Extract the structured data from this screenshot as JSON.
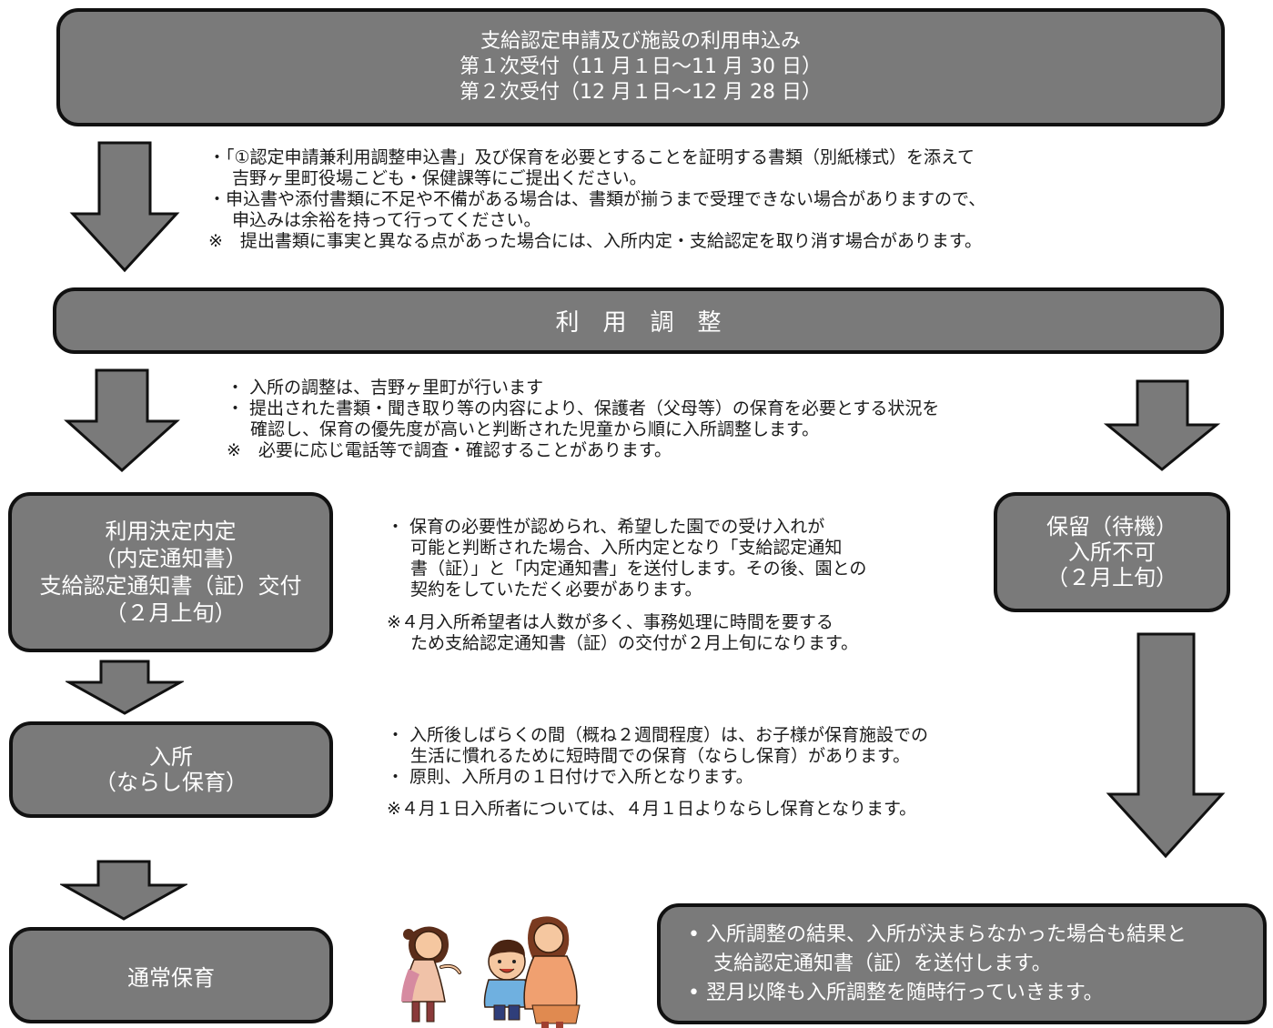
{
  "top_box": {
    "line1": "支給認定申請及び施設の利用申込み",
    "line2": "第１次受付（11 月１日～11 月 30 日）",
    "line3": "第２次受付（12 月１日～12 月 28 日）"
  },
  "note_application": {
    "line1": "・「①認定申請兼利用調整申込書」及び保育を必要とすることを証明する書類（別紙様式）を添えて",
    "line2": "吉野ヶ里町役場こども・保健課等にご提出ください。",
    "line3": "・申込書や添付書類に不足や不備がある場合は、書類が揃うまで受理できない場合がありますので、",
    "line4": "申込みは余裕を持って行ってください。",
    "line5": "※　提出書類に事実と異なる点があった場合には、入所内定・支給認定を取り消す場合があります。"
  },
  "adjust_box": {
    "label": "利　用　調　整"
  },
  "note_adjust": {
    "line1": "・ 入所の調整は、吉野ヶ里町が行います",
    "line2": "・ 提出された書類・聞き取り等の内容により、保護者（父母等）の保育を必要とする状況を",
    "line3": "確認し、保育の優先度が高いと判断された児童から順に入所調整します。",
    "line4": "※　必要に応じ電話等で調査・確認することがあります。"
  },
  "decision_box": {
    "line1": "利用決定内定",
    "line2": "（内定通知書）",
    "line3": "支給認定通知書（証）交付",
    "line4": "（２月上旬）"
  },
  "note_decision": {
    "line1": "・ 保育の必要性が認められ、希望した園での受け入れが",
    "line2": "可能と判断された場合、入所内定となり「支給認定通知",
    "line3": "書（証）」と「内定通知書」を送付します。その後、園との",
    "line4": "契約をしていただく必要があります。",
    "line5": "※４月入所希望者は人数が多く、事務処理に時間を要する",
    "line6": "ため支給認定通知書（証）の交付が２月上旬になります。"
  },
  "pending_box": {
    "line1": "保留（待機）",
    "line2": "入所不可",
    "line3": "（２月上旬）"
  },
  "admission_box": {
    "line1": "入所",
    "line2": "（ならし保育）"
  },
  "note_admission": {
    "line1": "・ 入所後しばらくの間（概ね２週間程度）は、お子様が保育施設での",
    "line2": "生活に慣れるために短時間での保育（ならし保育）があります。",
    "line3": "・ 原則、入所月の１日付けで入所となります。",
    "line4": "※４月１日入所者については、４月１日よりならし保育となります。"
  },
  "normal_box": {
    "label": "通常保育"
  },
  "result_box": {
    "line1": "•  入所調整の結果、入所が決まらなかった場合も結果と",
    "line2": "支給認定通知書（証）を送付します。",
    "line3": "•  翌月以降も入所調整を随時行っていきます。"
  },
  "colors": {
    "box_fill": "#7a7a7a",
    "box_border": "#111111",
    "box_text": "#ffffff"
  }
}
